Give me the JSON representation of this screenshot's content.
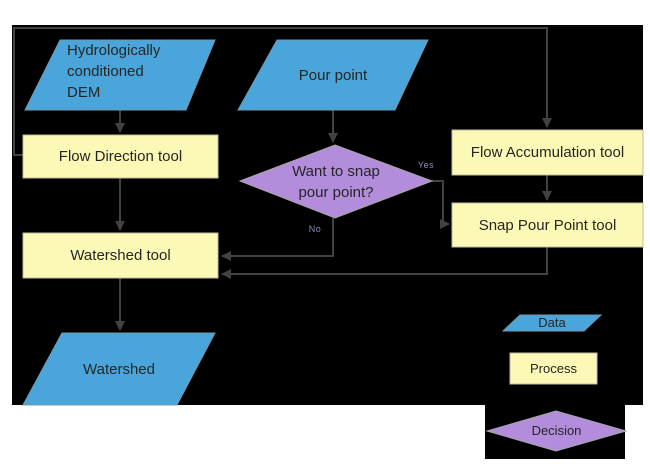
{
  "diagram": {
    "nodes": {
      "dem": {
        "type": "data",
        "lines": [
          "Hydrologically",
          "conditioned",
          "DEM"
        ]
      },
      "pour_point": {
        "type": "data",
        "label": "Pour point"
      },
      "flow_direction": {
        "type": "process",
        "label": "Flow Direction tool"
      },
      "flow_accumulation": {
        "type": "process",
        "label": "Flow Accumulation tool"
      },
      "snap_pour_point": {
        "type": "process",
        "label": "Snap Pour Point tool"
      },
      "snap_decision": {
        "type": "decision",
        "lines": [
          "Want to snap",
          "pour point?"
        ]
      },
      "watershed_tool": {
        "type": "process",
        "label": "Watershed tool"
      },
      "watershed": {
        "type": "data",
        "label": "Watershed"
      }
    },
    "branch_labels": {
      "yes": "Yes",
      "no": "No"
    },
    "edges": [
      {
        "from": "dem",
        "to": "flow_direction"
      },
      {
        "from": "flow_direction",
        "to": "flow_accumulation"
      },
      {
        "from": "flow_direction",
        "to": "watershed_tool"
      },
      {
        "from": "pour_point",
        "to": "snap_decision"
      },
      {
        "from": "snap_decision",
        "to": "snap_pour_point",
        "label": "Yes"
      },
      {
        "from": "flow_accumulation",
        "to": "snap_pour_point"
      },
      {
        "from": "snap_decision",
        "to": "watershed_tool",
        "label": "No"
      },
      {
        "from": "snap_pour_point",
        "to": "watershed_tool"
      },
      {
        "from": "watershed_tool",
        "to": "watershed"
      }
    ]
  },
  "legend": {
    "data_label": "Data",
    "process_label": "Process",
    "decision_label": "Decision"
  },
  "colors": {
    "page_background": "#ffffff",
    "canvas_background": "#000000",
    "data_fill": "#4aa5da",
    "data_border": "#6f9ab1",
    "process_fill": "#fcf8b5",
    "process_border": "#c0bda0",
    "decision_fill": "#b38ddb",
    "decision_border": "#a6a6a6",
    "connector": "#424242",
    "shape_text": "#262626",
    "branch_label_text": "#8a90bd"
  }
}
